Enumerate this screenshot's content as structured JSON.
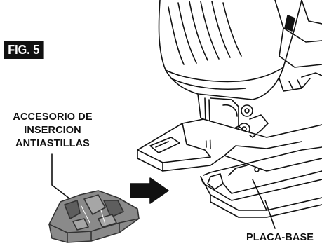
{
  "figure": {
    "label": "FIG. 5"
  },
  "callouts": {
    "insert": {
      "lines": [
        "ACCESORIO DE",
        "INSERCION",
        "ANTIASTILLAS"
      ]
    },
    "base_plate": {
      "text": "PLACA-BASE"
    }
  },
  "colors": {
    "ink": "#111111",
    "insert_fill": "#8a8a8a",
    "insert_shade": "#5e5e5e",
    "paper": "#ffffff"
  }
}
